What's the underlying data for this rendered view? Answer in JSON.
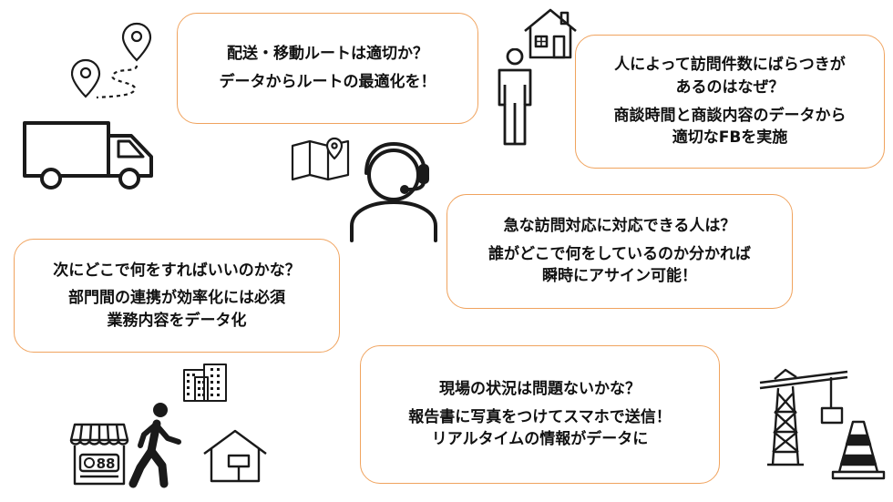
{
  "bubbles": {
    "route": {
      "question": "配送・移動ルートは適切か？",
      "answer": [
        "データからルートの最適化を！"
      ]
    },
    "visits": {
      "question": [
        "人によって訪問件数にばらつきが",
        "あるのはなぜ？"
      ],
      "answer": [
        "商談時間と商談内容のデータから",
        "適切なFBを実施"
      ]
    },
    "urgent": {
      "question": "急な訪問対応に対応できる人は？",
      "answer": [
        "誰がどこで何をしているのか分かれば",
        "瞬時にアサイン可能！"
      ]
    },
    "next": {
      "question": "次にどこで何をすればいいのかな？",
      "answer": [
        "部門間の連携が効率化には必須",
        "業務内容をデータ化"
      ]
    },
    "site": {
      "question": "現場の状況は問題ないかな？",
      "answer": [
        "報告書に写真をつけてスマホで送信！",
        "リアルタイムの情報がデータに"
      ]
    }
  },
  "icons": {
    "truck": "truck-icon",
    "route_pins": "route-pins-icon",
    "house": "house-icon",
    "person": "standing-person-icon",
    "map": "map-icon",
    "operator": "headset-operator-icon",
    "buildings": "office-buildings-icon",
    "shop": "shop-icon",
    "walker": "walking-person-icon",
    "small_house": "small-house-icon",
    "crane": "crane-icon",
    "cone": "traffic-cone-icon"
  },
  "shop_sign": "88",
  "colors": {
    "bubble_border": "#f0a35e",
    "text": "#111111",
    "icon": "#1a1a1a"
  }
}
